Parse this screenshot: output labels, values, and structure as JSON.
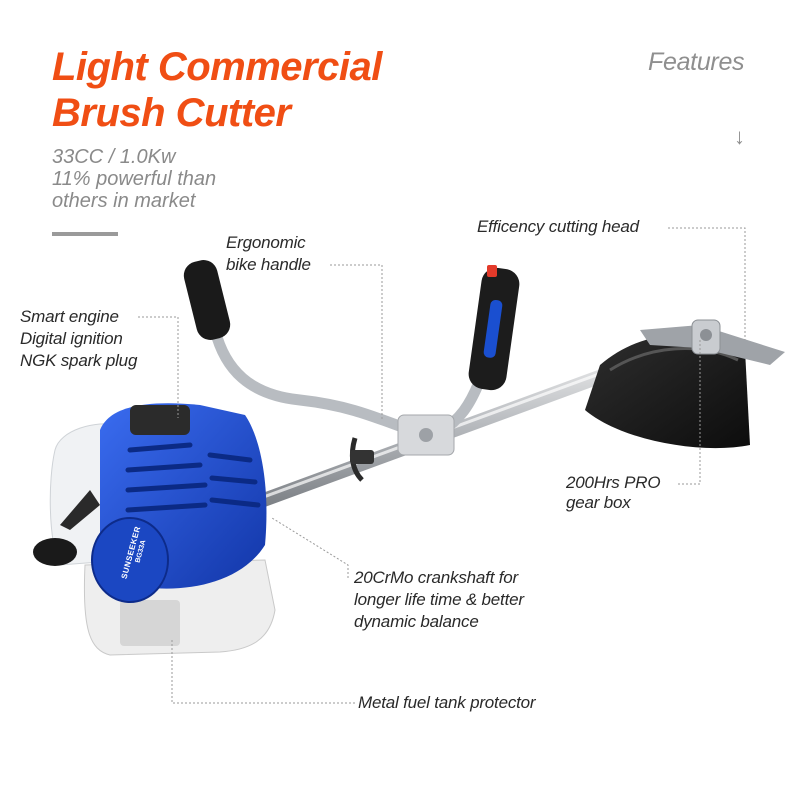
{
  "header": {
    "title_lines": [
      "Light Commercial",
      "Brush Cutter"
    ],
    "subtitle_lines": [
      "33CC / 1.0Kw",
      "11% powerful than",
      "others in market"
    ],
    "features_label": "Features",
    "arrow_glyph": "↓"
  },
  "product": {
    "brand_text": "SUNSEEKER",
    "model_text": "BG33A"
  },
  "callouts": {
    "handle": [
      "Ergonomic",
      "bike handle"
    ],
    "cutting_head": [
      "Efficency cutting head"
    ],
    "engine": [
      "Smart engine",
      "Digital ignition",
      "NGK spark plug"
    ],
    "gearbox": [
      "200Hrs PRO",
      "gear box"
    ],
    "crankshaft": [
      "20CrMo crankshaft for",
      "longer life time & better",
      "dynamic balance"
    ],
    "fuel_tank": [
      "Metal fuel tank protector"
    ]
  },
  "colors": {
    "accent_orange": "#f04e14",
    "engine_blue": "#1a4fd0",
    "text_gray": "#8a8a8a",
    "leader_gray": "#9a9a9a"
  }
}
